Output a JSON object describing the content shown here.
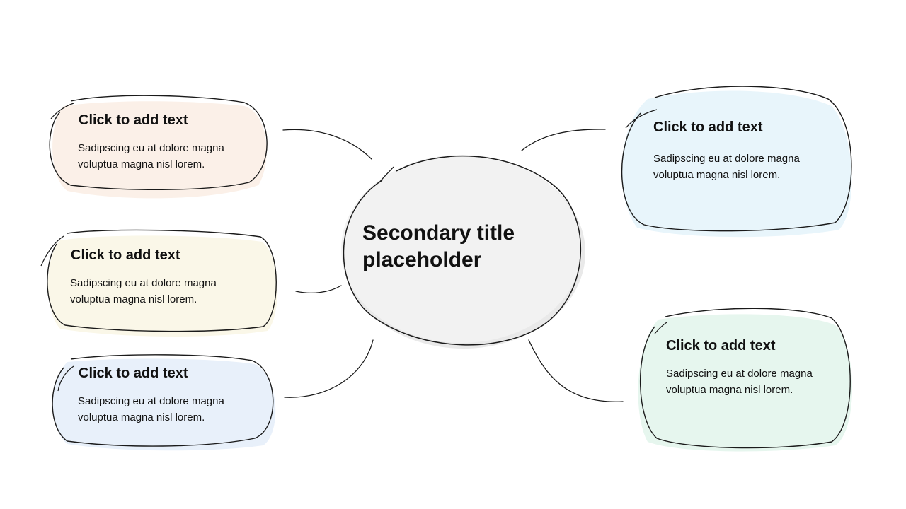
{
  "center": {
    "title": "Secondary title placeholder",
    "fill": "#f2f2f2"
  },
  "bubbles": [
    {
      "title": "Click to add text",
      "body": "Sadipscing eu at dolore magna voluptua magna nisl lorem.",
      "fill": "#fbf0e8"
    },
    {
      "title": "Click to add text",
      "body": "Sadipscing eu at dolore magna voluptua magna nisl lorem.",
      "fill": "#faf7e8"
    },
    {
      "title": "Click to add text",
      "body": "Sadipscing eu at dolore magna voluptua magna nisl lorem.",
      "fill": "#e8f0fa"
    },
    {
      "title": "Click to add text",
      "body": "Sadipscing eu at dolore magna voluptua magna nisl lorem.",
      "fill": "#e8f5fb"
    },
    {
      "title": "Click to add text",
      "body": "Sadipscing eu at dolore magna voluptua magna nisl lorem.",
      "fill": "#e6f6ee"
    }
  ],
  "colors": {
    "stroke": "#1a1a1a"
  }
}
